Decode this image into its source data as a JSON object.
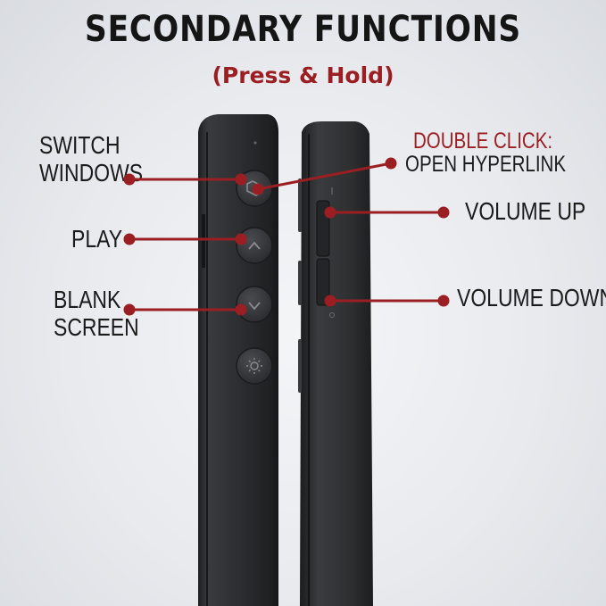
{
  "heading": {
    "title": "SECONDARY FUNCTIONS",
    "subtitle": "(Press  & Hold)"
  },
  "callouts": {
    "switch_windows": [
      "SWITCH",
      "WINDOWS"
    ],
    "play": "PLAY",
    "blank_screen": [
      "BLANK",
      "SCREEN"
    ],
    "double_click": "DOUBLE CLICK:",
    "open_hyperlink": "OPEN HYPERLINK",
    "volume_up": "VOLUME UP",
    "volume_down": "VOLUME DOWN"
  },
  "remote_buttons": [
    "window-switch-icon",
    "chevron-up-icon",
    "chevron-down-icon",
    "sun-icon"
  ],
  "colors": {
    "accent": "#9b1f22",
    "device": "#2c2d2f",
    "text": "#151515",
    "background": "#e6e8ec"
  }
}
